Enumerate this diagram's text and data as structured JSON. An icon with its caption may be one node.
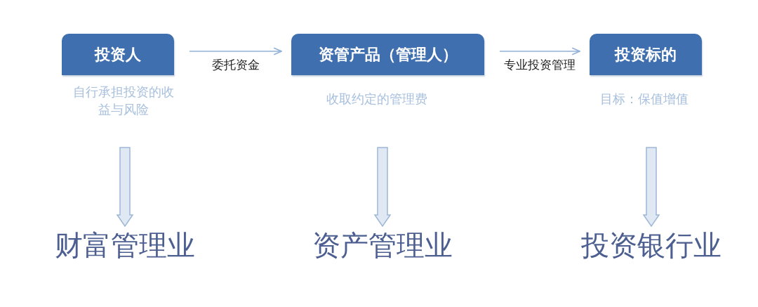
{
  "diagram": {
    "nodes": [
      {
        "text": [
          "投资人"
        ],
        "beside": [
          "自行承担投资的收益与风险"
        ]
      },
      {
        "text": [
          "资管产品（管理人）"
        ],
        "beside": [
          "收取约定的管理费"
        ]
      },
      {
        "text": [
          "投资标的"
        ],
        "beside": [
          "目标：保值增值"
        ]
      },
      {
        "text": [
          "财富管理业"
        ]
      },
      {
        "text": [
          "资产管理业"
        ]
      },
      {
        "text": [
          "投资银行业"
        ]
      }
    ],
    "edges": [
      {
        "from": 0,
        "to": 1,
        "arrow": "to",
        "label": "委托资金"
      },
      {
        "from": 1,
        "to": 2,
        "arrow": "to",
        "label": "专业投资管理"
      },
      {
        "from": 0,
        "to": 3,
        "arrow": "to",
        "style": "thick"
      },
      {
        "from": 1,
        "to": 4,
        "arrow": "to",
        "style": "thick"
      },
      {
        "from": 2,
        "to": 5,
        "arrow": "to",
        "style": "thick"
      }
    ]
  }
}
